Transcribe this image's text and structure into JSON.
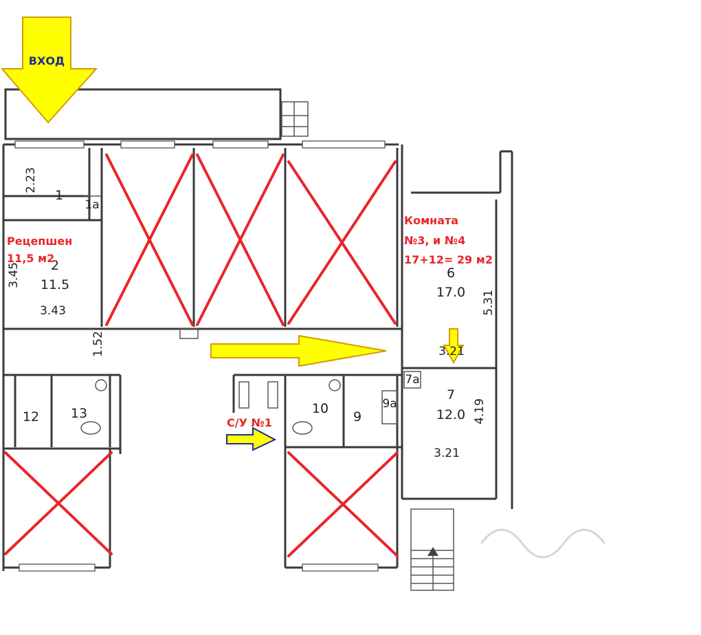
{
  "colors": {
    "cross": "#e8262b",
    "arrow_yellow": "#ffff00",
    "arrow_yellow_outline": "#d49b00",
    "note_red": "#e8262b",
    "note_blue": "#1b2f8f",
    "wall": "#3a3a3a"
  },
  "labels": {
    "entrance": "ВХОД",
    "reception_name": "Рецепшен",
    "reception_area": "11,5 м2",
    "rooms_line1": "Комната",
    "rooms_line2": "№3, и №4",
    "rooms_line3": "17+12= 29 м2",
    "toilet": "С/У №1"
  },
  "plan": {
    "room_1_num": "1",
    "room_1_dim": "2.23",
    "room_1a_num": "1а",
    "room_2_num": "2",
    "room_2_area": "11.5",
    "room_2_width": "3.43",
    "room_2_height": "3.45",
    "corridor_dim": "1.52",
    "room_6_num": "6",
    "room_6_area": "17.0",
    "room_6_height": "5.31",
    "room_6_width": "3.21",
    "room_7a_num": "7а",
    "room_7_num": "7",
    "room_7_area": "12.0",
    "room_7_height": "4.19",
    "room_7_width": "3.21",
    "room_12_num": "12",
    "room_13_num": "13",
    "room_10_num": "10",
    "room_9_num": "9",
    "room_9a_num": "9а"
  }
}
